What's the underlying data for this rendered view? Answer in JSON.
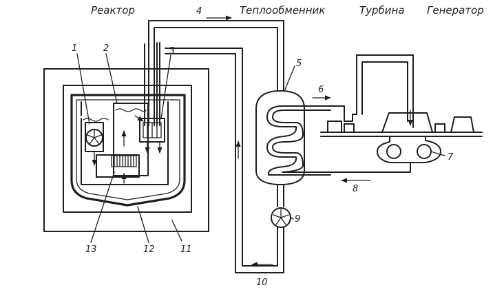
{
  "headers": {
    "reactor": "Реактор",
    "heat_exchanger": "Теплообменник",
    "turbine": "Турбина",
    "generator": "Генератор"
  },
  "callouts": {
    "n1": "1",
    "n2": "2",
    "n3": "3",
    "n4": "4",
    "n5": "5",
    "n6": "6",
    "n7": "7",
    "n8": "8",
    "n9": "9",
    "n10": "10",
    "n11": "11",
    "n12": "12",
    "n13": "13"
  },
  "colors": {
    "ink": "#1e1e1e",
    "concrete": "#ededed",
    "background": "#ffffff"
  },
  "icons": [
    "pump-impeller-icon",
    "flow-arrow-icon",
    "dot-pattern-concrete"
  ]
}
